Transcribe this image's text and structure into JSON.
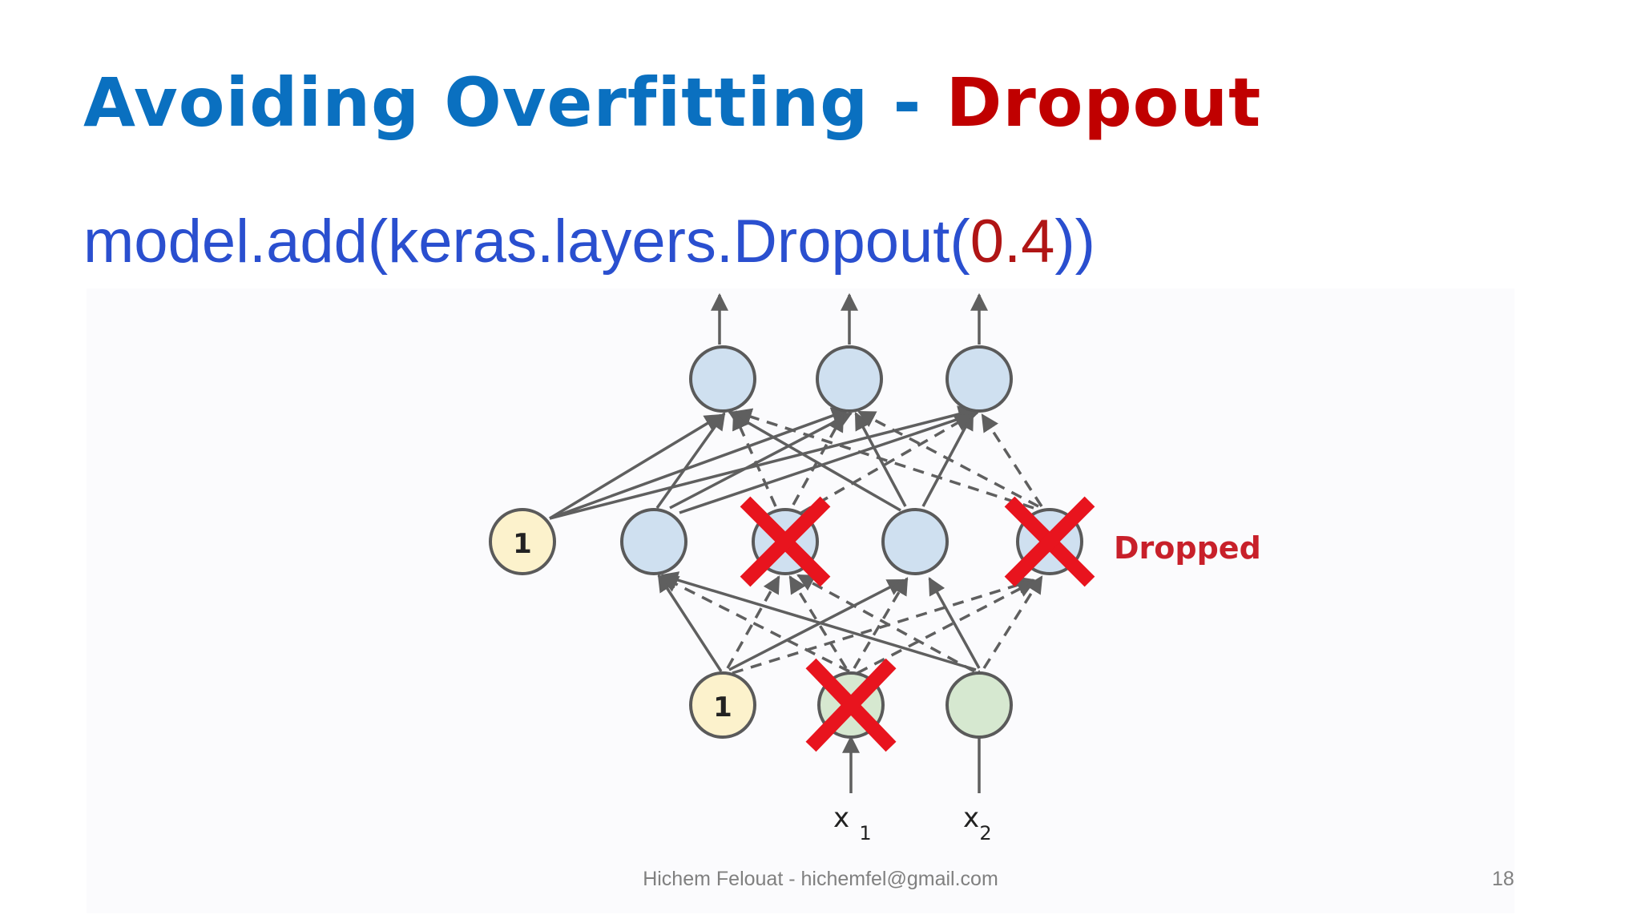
{
  "slide": {
    "title_main": "Avoiding Overfitting - ",
    "title_accent": "Dropout",
    "code_prefix": "model.add(keras.layers.Dropout(",
    "code_arg": "0.4",
    "code_suffix": "))",
    "footer": "Hichem Felouat - hichemfel@gmail.com",
    "page_number": "18"
  },
  "diagram": {
    "bias_label": "1",
    "dropped_label": "Dropped",
    "input_labels": [
      {
        "base": "x",
        "sub": "1"
      },
      {
        "base": "x",
        "sub": "2"
      }
    ],
    "colors": {
      "title_blue": "#0a70c0",
      "accent_red": "#c00000",
      "code_blue": "#2a4fcf",
      "hidden_node_fill": "#cfe0f0",
      "input_node_fill": "#d6e8d0",
      "bias_node_fill": "#fcf2cc",
      "edge_gray": "#5f5f5f",
      "cross_red": "#e8141e",
      "dropped_text": "#c8202a"
    },
    "layers": {
      "output": [
        "output-node-1",
        "output-node-2",
        "output-node-3"
      ],
      "hidden": [
        {
          "name": "hidden-bias-node",
          "kind": "bias"
        },
        {
          "name": "hidden-node-1",
          "kind": "neuron",
          "dropped": false
        },
        {
          "name": "hidden-node-2",
          "kind": "neuron",
          "dropped": true
        },
        {
          "name": "hidden-node-3",
          "kind": "neuron",
          "dropped": false
        },
        {
          "name": "hidden-node-4",
          "kind": "neuron",
          "dropped": true
        }
      ],
      "input": [
        {
          "name": "input-bias-node",
          "kind": "bias"
        },
        {
          "name": "input-node-x1",
          "kind": "input",
          "dropped": true
        },
        {
          "name": "input-node-x2",
          "kind": "input",
          "dropped": false
        }
      ]
    }
  }
}
